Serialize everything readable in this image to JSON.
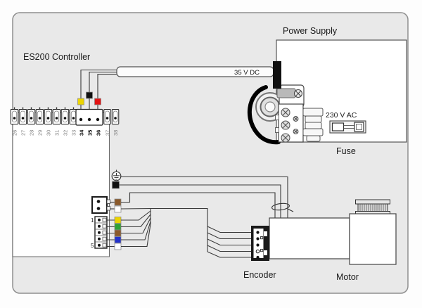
{
  "labels": {
    "controller": "ES200 Controller",
    "power_supply": "Power Supply",
    "dc_voltage": "35 V DC",
    "ac_voltage": "230 V AC",
    "fuse": "Fuse",
    "encoder": "Encoder",
    "motor": "Motor",
    "pin_first": "1",
    "pin_last": "5"
  },
  "terminals": {
    "labels": [
      "26",
      "27",
      "28",
      "29",
      "30",
      "31",
      "32",
      "33",
      "34",
      "35",
      "36",
      "37",
      "38"
    ],
    "bold_labels": [
      "34",
      "35",
      "36"
    ]
  },
  "wire_markers": {
    "dc_terminal_markers": [
      "yellow",
      "black",
      "red"
    ],
    "upper_edge_markers": [
      "ground",
      "black"
    ],
    "motor_connector_markers": [
      "brown",
      "white"
    ],
    "encoder_connector_markers": [
      "yellow",
      "green",
      "brown",
      "blue",
      "white"
    ]
  },
  "colors": {
    "yellow": "#ecd400",
    "black": "#111111",
    "red": "#e31414",
    "brown": "#8b5a2b",
    "white": "#ffffff",
    "green": "#2fa336",
    "blue": "#2433cc",
    "wire": "#3a3a3a",
    "canvas_fill": "#e9e9e9",
    "canvas_border": "#8f8f8f",
    "box_stroke": "#4a4a4a"
  }
}
